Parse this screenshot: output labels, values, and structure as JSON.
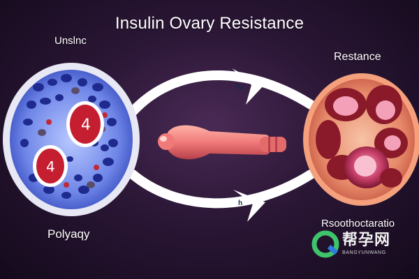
{
  "title": "Insulin  Ovary Resistance",
  "labels": {
    "top_left": "Unslnc",
    "top_right": "Restance",
    "bottom_left": "Polyaqy",
    "bottom_right": "Rsoothoctaratio"
  },
  "arrow_labels": {
    "top": "Nt",
    "bottom": "h"
  },
  "watermark": {
    "chinese": "帮孕网",
    "latin": "BANGYUNWANG"
  },
  "icons": [
    "insulin-cell-illustration",
    "ovary-illustration",
    "tube-illustration",
    "arrow-icon",
    "logo-icon"
  ],
  "colors": {
    "background": "#2a1635",
    "cell_blue": "#2a3fb0",
    "ovary_red": "#b5243a",
    "tube_pink": "#f07a7a",
    "watermark_green": "#3ec46a"
  }
}
